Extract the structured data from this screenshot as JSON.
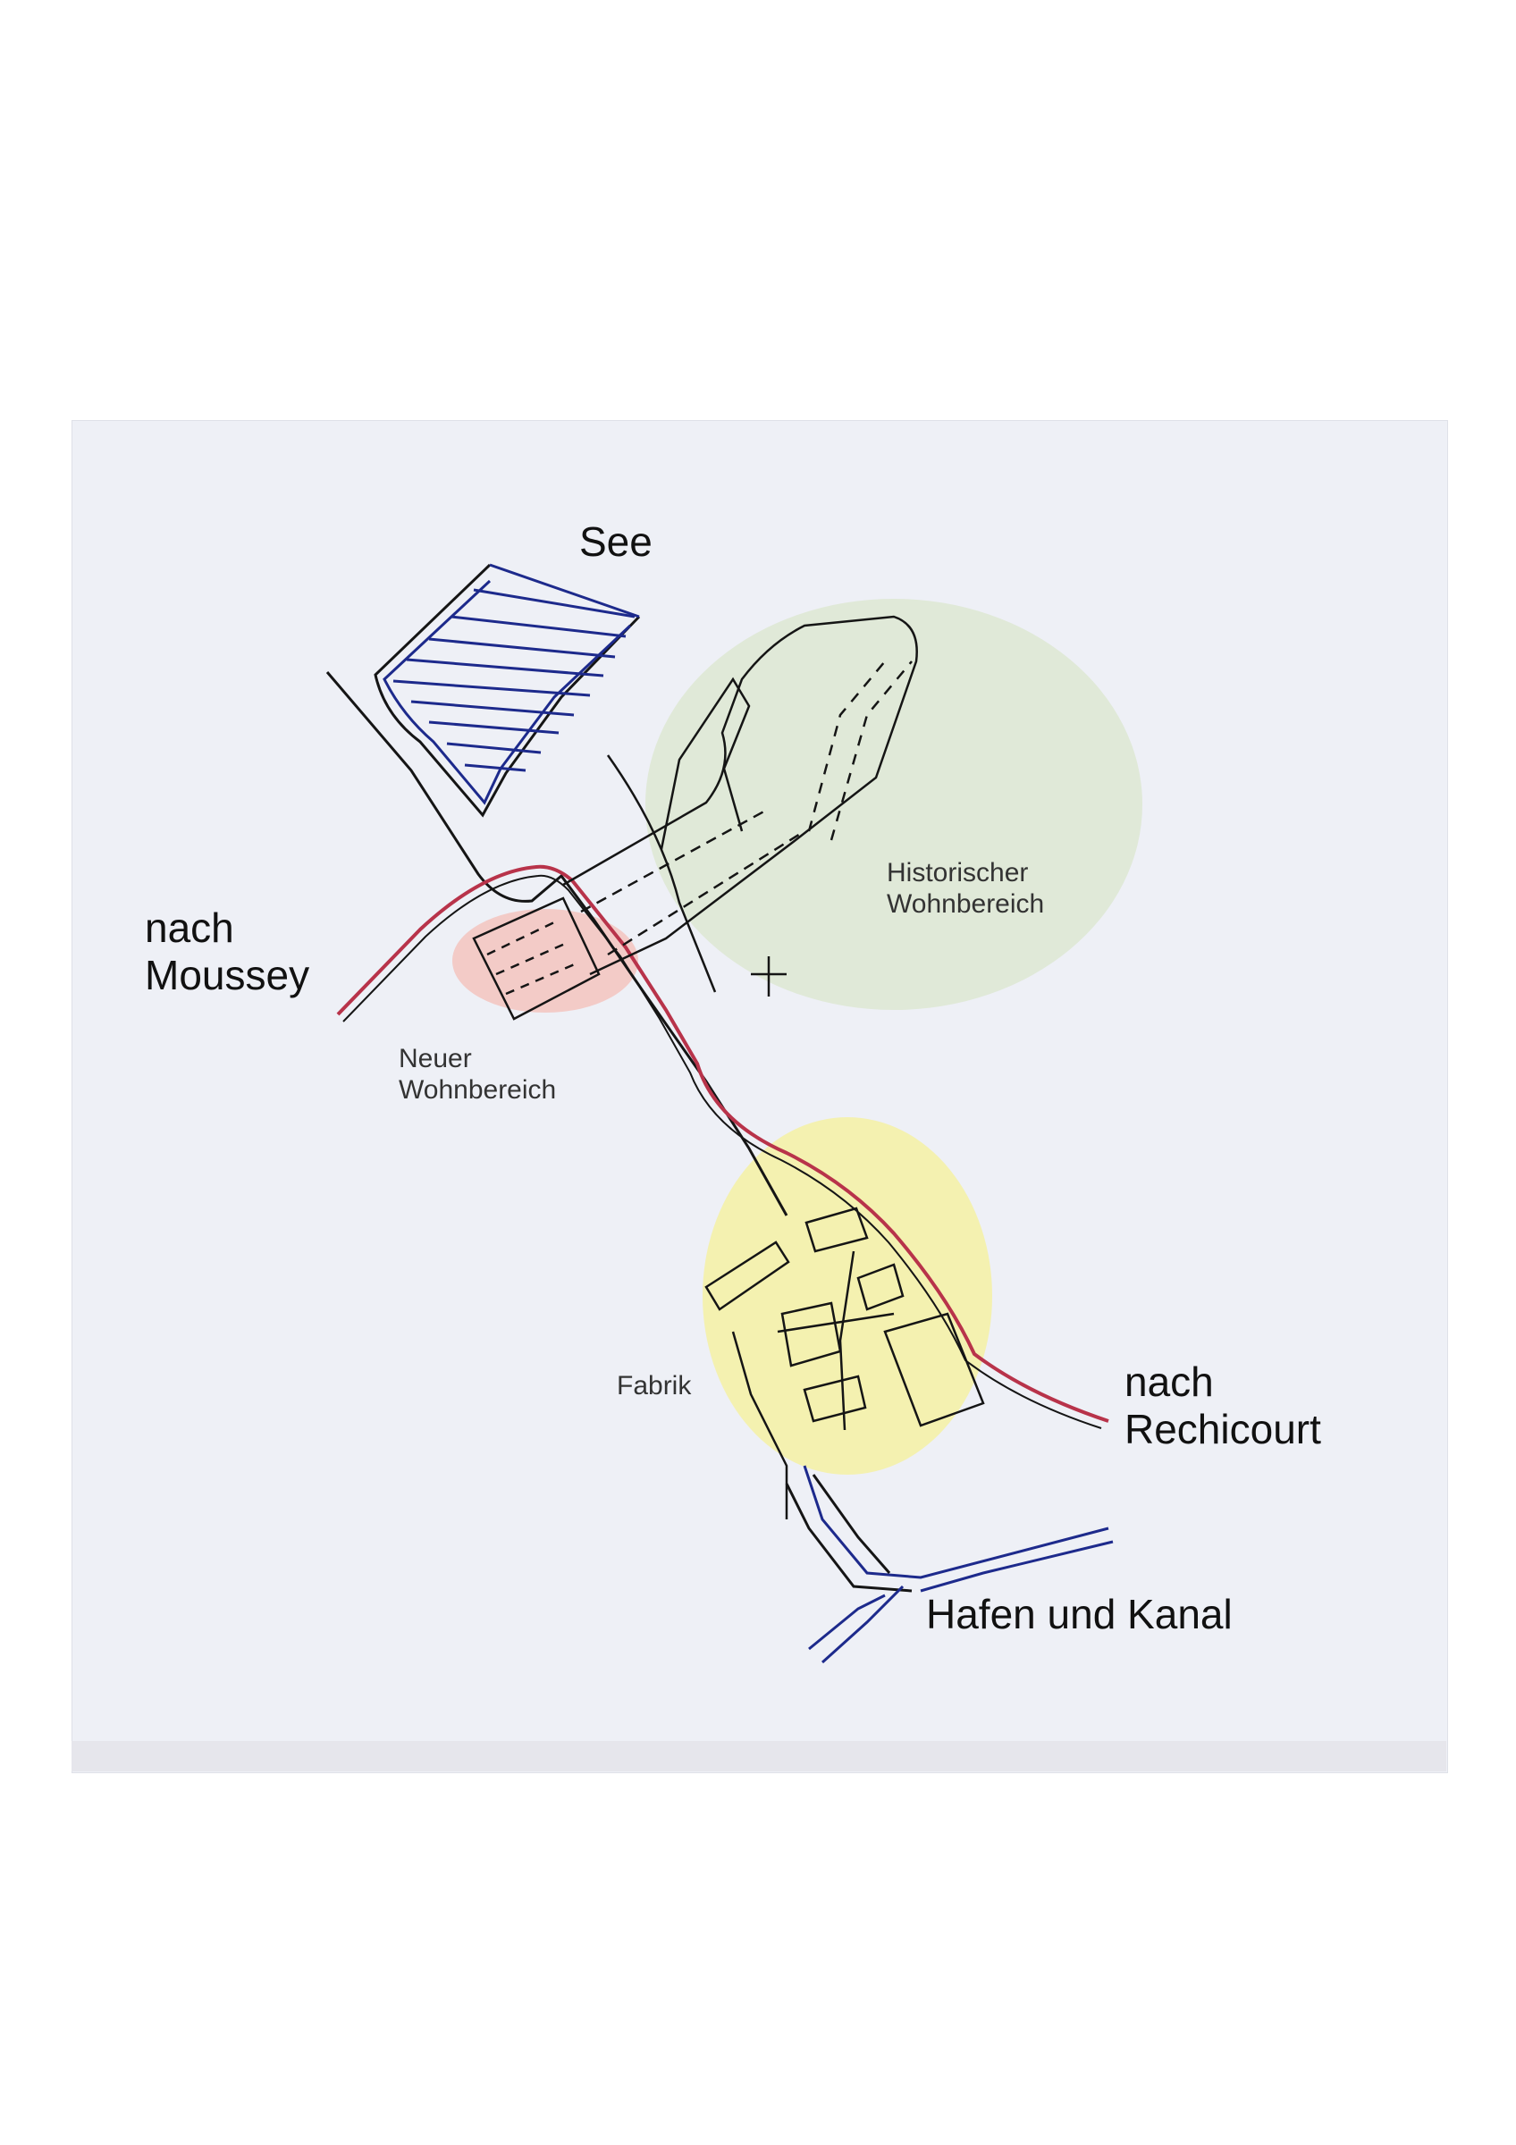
{
  "labels": {
    "see": "See",
    "mussey": "nach\nMoussey",
    "historic": "Historischer\nWohnbereich",
    "new_residential": "Neuer\nWohnbereich",
    "factory": "Fabrik",
    "rechicourt": "nach\nRechicourt",
    "harbor": "Hafen und Kanal"
  },
  "colors": {
    "paper": "#eef0f6",
    "road_main": "#b8334a",
    "road_black": "#151515",
    "water": "#1d2a8c",
    "historic_zone": "#dde8d2",
    "new_zone": "#f3c6c2",
    "factory_zone": "#f4f1a8"
  }
}
